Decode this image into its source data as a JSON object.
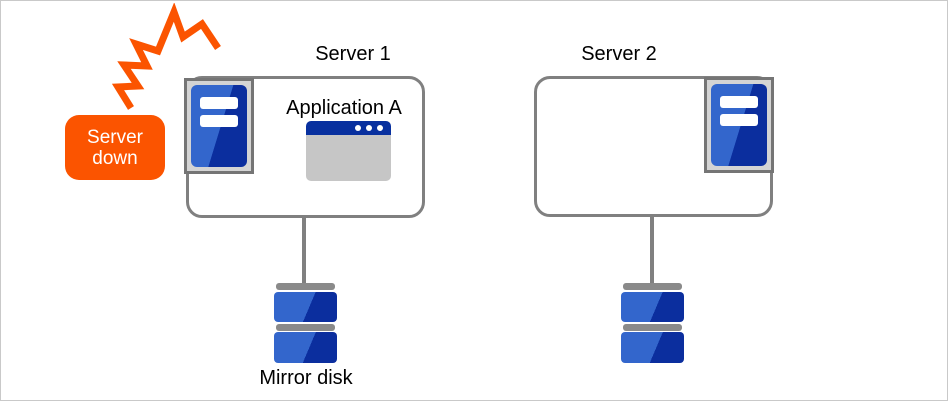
{
  "colors": {
    "accent_orange": "#fb5400",
    "blue_light": "#3366cc",
    "blue_dark": "#0b2e9e",
    "titlebar_blue": "#08309f",
    "frame_gray": "#d4d4d4",
    "border_gray": "#757575",
    "line_gray": "#808080",
    "app_body_gray": "#c6c6c6",
    "disk_bar_gray": "#8a8a8a",
    "text_black": "#000000",
    "canvas_border": "#c9c9c9"
  },
  "alert": {
    "label": "Server down"
  },
  "servers": [
    {
      "title": "Server 1",
      "app_label": "Application A"
    },
    {
      "title": "Server 2"
    }
  ],
  "disk_label": "Mirror disk",
  "icons": {
    "burst": "burst-icon",
    "server_tower": "server-tower-icon",
    "app_window": "app-window-icon",
    "mirror_disk": "mirror-disk-icon"
  }
}
